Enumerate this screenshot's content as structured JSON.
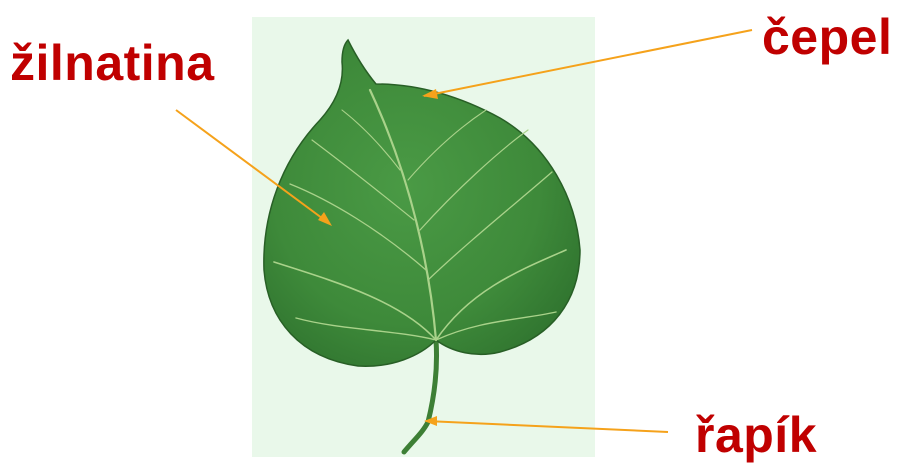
{
  "labels": {
    "zilnatina": "žilnatina",
    "cepel": "čepel",
    "rapik": "řapík"
  },
  "colors": {
    "label_text": "#c00000",
    "arrow": "#f5a21b",
    "photo_background": "#e9f8ea",
    "leaf_main": "#3e8a3a",
    "leaf_dark": "#2a6a2a",
    "vein": "#a9d28a"
  }
}
